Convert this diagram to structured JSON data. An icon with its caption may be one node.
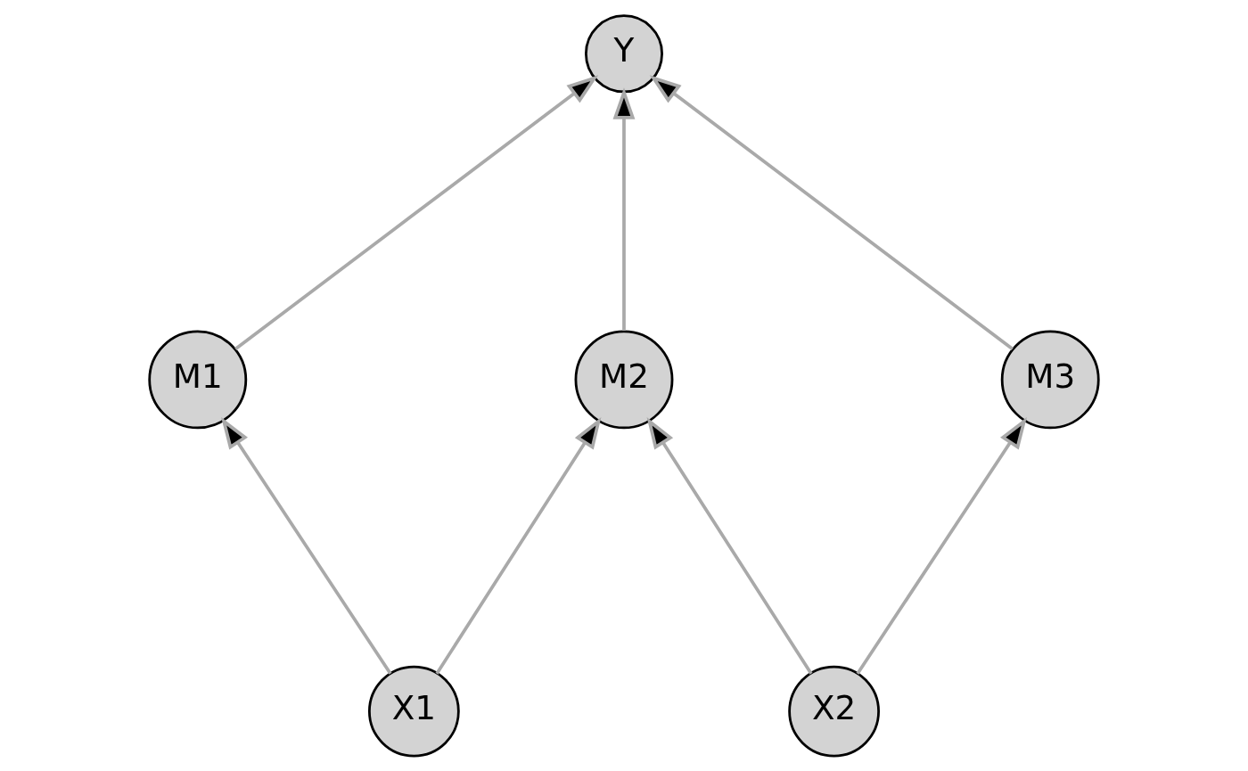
{
  "diagram": {
    "nodes": [
      {
        "text": [
          "Y"
        ]
      },
      {
        "text": [
          "M1"
        ]
      },
      {
        "text": [
          "M2"
        ]
      },
      {
        "text": [
          "M3"
        ]
      },
      {
        "text": [
          "X1"
        ]
      },
      {
        "text": [
          "X2"
        ]
      }
    ],
    "edges": [
      {
        "from": 1,
        "to": 0,
        "arrow": "to"
      },
      {
        "from": 2,
        "to": 0,
        "arrow": "to"
      },
      {
        "from": 3,
        "to": 0,
        "arrow": "to"
      },
      {
        "from": 4,
        "to": 1,
        "arrow": "to"
      },
      {
        "from": 4,
        "to": 2,
        "arrow": "to"
      },
      {
        "from": 5,
        "to": 2,
        "arrow": "to"
      },
      {
        "from": 5,
        "to": 3,
        "arrow": "to"
      }
    ]
  }
}
